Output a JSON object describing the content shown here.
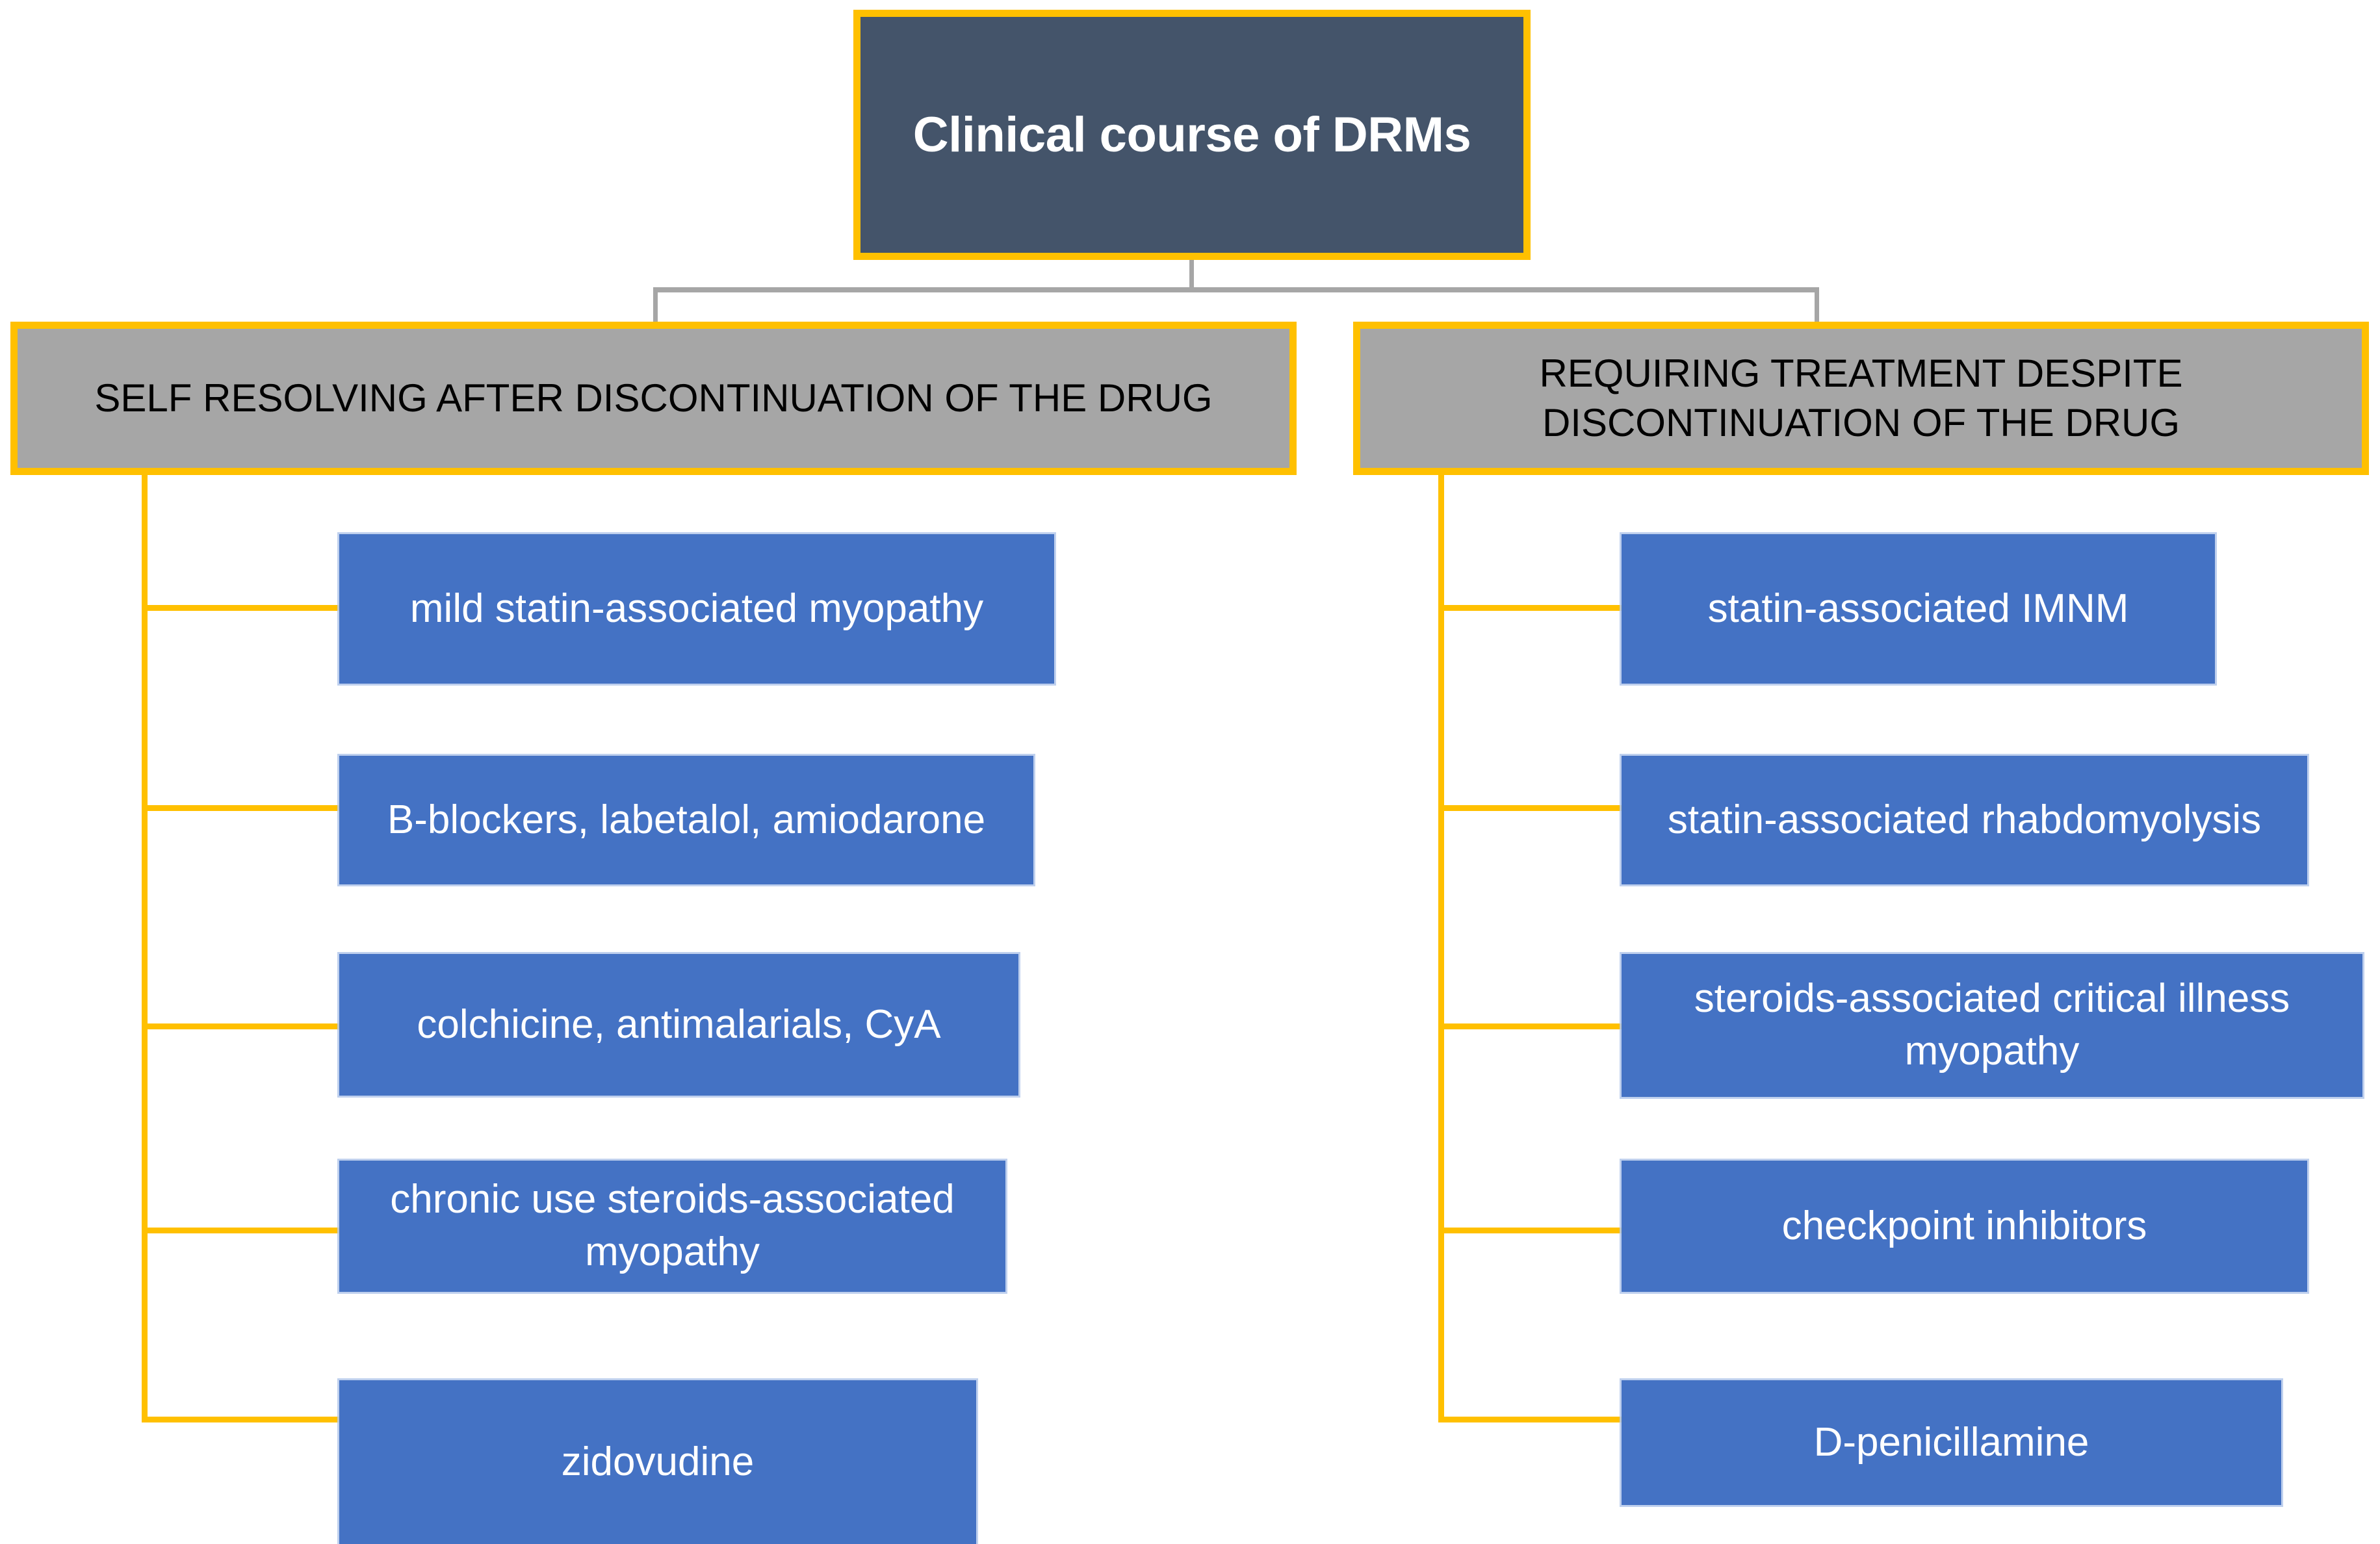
{
  "diagram": {
    "title_node": {
      "label": "Clinical course of DRMs",
      "fill": "#44546A",
      "border": "#FFC000",
      "text_color": "#FFFFFF"
    },
    "branches": [
      {
        "header": {
          "label": "SELF RESOLVING AFTER DISCONTINUATION OF THE DRUG",
          "fill": "#A6A6A6",
          "border": "#FFC000",
          "text_color": "#000000"
        },
        "items": [
          {
            "label": "mild statin-associated myopathy"
          },
          {
            "label": "B-blockers, labetalol, amiodarone"
          },
          {
            "label": "colchicine, antimalarials, CyA"
          },
          {
            "label": "chronic use steroids-associated myopathy"
          },
          {
            "label": "zidovudine"
          }
        ]
      },
      {
        "header": {
          "label": "REQUIRING TREATMENT DESPITE DISCONTINUATION OF THE DRUG",
          "fill": "#A6A6A6",
          "border": "#FFC000",
          "text_color": "#000000"
        },
        "items": [
          {
            "label": "statin-associated IMNM"
          },
          {
            "label": "statin-associated rhabdomyolysis"
          },
          {
            "label": "steroids-associated critical illness myopathy"
          },
          {
            "label": "checkpoint inhibitors"
          },
          {
            "label": "D-penicillamine"
          }
        ]
      }
    ],
    "colors": {
      "leaf_fill": "#4472C4",
      "connector_yellow": "#FFC000",
      "connector_gray": "#A6A6A6",
      "background": "#FFFFFF"
    }
  }
}
